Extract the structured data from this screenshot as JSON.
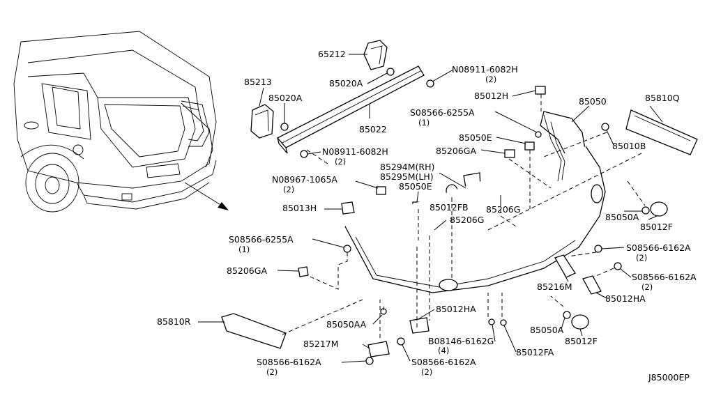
{
  "diagram": {
    "code": "J85000EP",
    "labels": {
      "p65212": "65212",
      "p85213": "85213",
      "p85020A_1": "85020A",
      "p85020A_2": "85020A",
      "p85022": "85022",
      "n08911_top": "N08911-6082H",
      "n08911_top_q": "(2)",
      "n08911_mid": "N08911-6082H",
      "n08911_mid_q": "(2)",
      "p85012H": "85012H",
      "s08566_6255_top": "S08566-6255A",
      "s08566_6255_top_q": "(1)",
      "p85050": "85050",
      "p85810Q": "85810Q",
      "p85050E_1": "85050E",
      "p85206GA_1": "85206GA",
      "p85010B": "85010B",
      "p85294M": "85294M(RH)",
      "p85295M": "85295M(LH)",
      "n08967": "N08967-1065A",
      "n08967_q": "(2)",
      "p85050E_2": "85050E",
      "p85012FB": "85012FB",
      "p85206G_1": "85206G",
      "p85013H": "85013H",
      "p85206G_2": "85206G",
      "p85050A_1": "85050A",
      "p85012F_1": "85012F",
      "s08566_6255_left": "S08566-6255A",
      "s08566_6255_left_q": "(1)",
      "s08566_6162_r1": "S08566-6162A",
      "s08566_6162_r1_q": "(2)",
      "p85206GA_2": "85206GA",
      "s08566_6162_r2": "S08566-6162A",
      "s08566_6162_r2_q": "(2)",
      "p85216M": "85216M",
      "p85012HA_1": "85012HA",
      "p85012HA_2": "85012HA",
      "p85810R": "85810R",
      "p85050AA": "85050AA",
      "p85050A_2": "85050A",
      "b08146": "B08146-6162G",
      "b08146_q": "(4)",
      "p85012F_2": "85012F",
      "p85217M": "85217M",
      "p85012FA": "85012FA",
      "s08566_6162_b1": "S08566-6162A",
      "s08566_6162_b1_q": "(2)",
      "s08566_6162_b2": "S08566-6162A",
      "s08566_6162_b2_q": "(2)"
    }
  }
}
